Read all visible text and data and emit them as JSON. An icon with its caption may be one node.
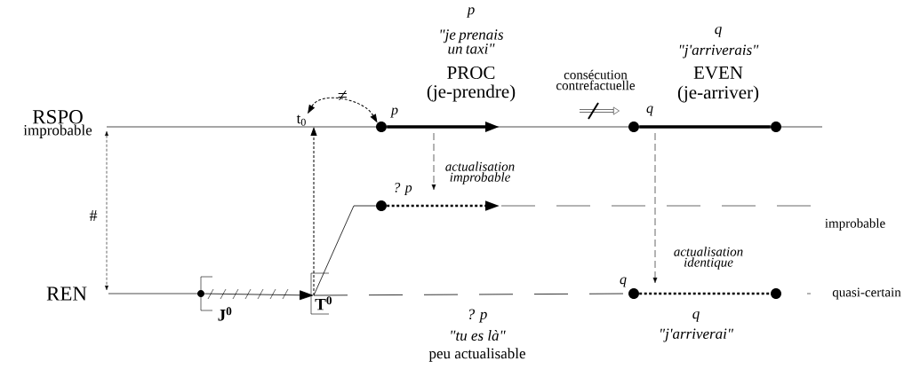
{
  "diagram": {
    "nodes": [
      {
        "text": [
          "RSPO",
          "improbable"
        ]
      },
      {
        "text": [
          "REN"
        ]
      },
      {
        "text": [
          "t$_{0}$"
        ]
      },
      {
        "text": [
          "T$^{0}$"
        ]
      },
      {
        "text": [
          "J$^{0}$"
        ]
      },
      {
        "text": [],
        "shape": "circle"
      },
      {
        "text": [],
        "shape": "circle",
        "beside": [
          "p"
        ]
      },
      {
        "text": [],
        "shape": "circle",
        "beside": [
          "q"
        ]
      },
      {
        "text": [],
        "shape": "circle"
      },
      {
        "text": [],
        "shape": "circle",
        "beside": [
          "? p"
        ]
      },
      {
        "text": [],
        "shape": "circle",
        "beside": [
          "q"
        ]
      },
      {
        "text": [],
        "shape": "circle"
      }
    ],
    "edges": [
      {
        "from": 6,
        "to": null,
        "arrow": "to",
        "style": "thick"
      },
      {
        "from": 7,
        "to": 8,
        "arrow": "none",
        "style": "thick"
      },
      {
        "from": 9,
        "to": null,
        "arrow": "to",
        "style": "dashed"
      },
      {
        "from": 10,
        "to": 11,
        "arrow": "none",
        "style": "dashed"
      },
      {
        "from": 2,
        "to": 6,
        "arrow": "both",
        "style": "dashed",
        "label": "≠"
      },
      {
        "from": 3,
        "to": 2,
        "arrow": "to",
        "style": "dashed"
      },
      {
        "from": 5,
        "to": 3,
        "arrow": "to"
      },
      {
        "from": 3,
        "to": 9,
        "arrow": "none"
      },
      {
        "from": 3,
        "to": 10,
        "arrow": "none",
        "style": "dashed"
      }
    ],
    "labels": [
      "p",
      "\"je prenais un taxi\"",
      "PROC",
      "(je-prendre)",
      "q",
      "\"j'arriverais\"",
      "EVEN",
      "(je-arriver)",
      "consécution contrefactuelle",
      "actualisation improbable",
      "#",
      "improbable",
      "actualisation identique",
      "quasi-certain",
      "? p",
      "\"tu es là\"",
      "peu actualisable",
      "q",
      "\"j'arriverai\""
    ]
  }
}
